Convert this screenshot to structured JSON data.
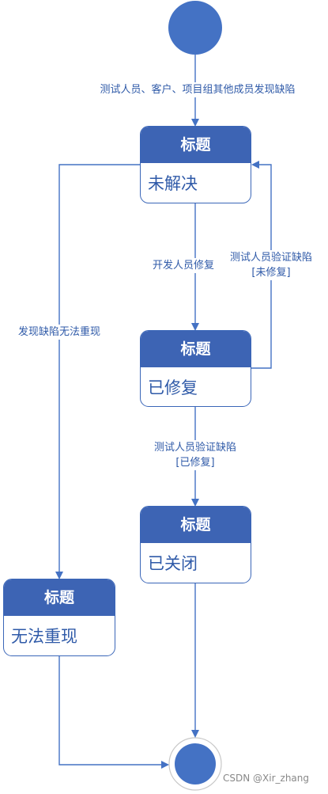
{
  "states": {
    "unresolved": {
      "title": "标题",
      "name": "未解决"
    },
    "fixed": {
      "title": "标题",
      "name": "已修复"
    },
    "closed": {
      "title": "标题",
      "name": "已关闭"
    },
    "not_reproducible": {
      "title": "标题",
      "name": "无法重现"
    }
  },
  "transitions": {
    "start_to_unresolved": "测试人员、客户、项目组其他成员发现缺陷",
    "unresolved_to_fixed": "开发人员修复",
    "fixed_to_unresolved_line1": "测试人员验证缺陷",
    "fixed_to_unresolved_line2": "[未修复]",
    "fixed_to_closed_line1": "测试人员验证缺陷",
    "fixed_to_closed_line2": "[已修复]",
    "unresolved_to_not_reproducible": "发现缺陷无法重现"
  },
  "watermark": "CSDN @Xir_zhang",
  "colors": {
    "node": "#4472c4",
    "header": "#3d64b4",
    "line": "#4472c4"
  }
}
